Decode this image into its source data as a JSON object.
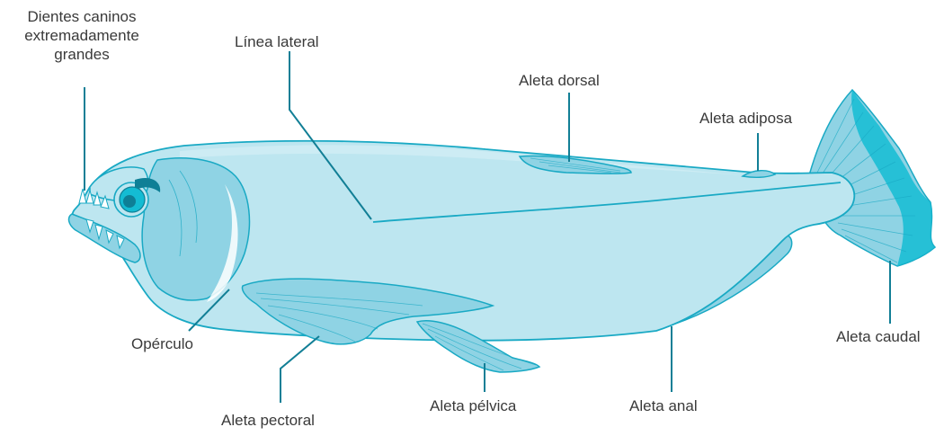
{
  "diagram": {
    "labels": {
      "teeth": "Dientes caninos extremadamente grandes",
      "lateral_line": "Línea lateral",
      "dorsal_fin": "Aleta dorsal",
      "adipose_fin": "Aleta adiposa",
      "operculum": "Opérculo",
      "pectoral_fin": "Aleta pectoral",
      "pelvic_fin": "Aleta pélvica",
      "anal_fin": "Aleta anal",
      "caudal_fin": "Aleta caudal"
    },
    "colors": {
      "body": "#bde6f0",
      "fin": "#8fd3e4",
      "outline": "#19a9c4",
      "accent": "#14bcd3",
      "eye_dark": "#0e7f96",
      "leader": "#127f96",
      "text": "#3a3a3a"
    }
  }
}
